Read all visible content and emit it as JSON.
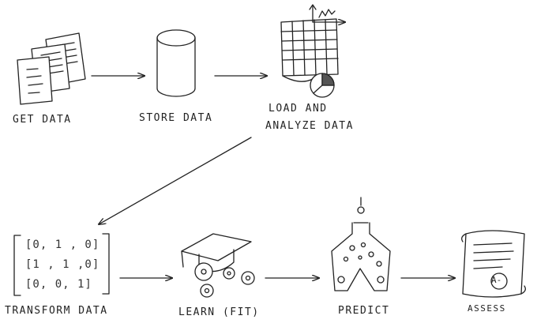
{
  "steps": {
    "get_data": {
      "label": "GET DATA"
    },
    "store_data": {
      "label": "STORE DATA"
    },
    "load_analyze": {
      "line1": "LOAD AND",
      "line2": "ANALYZE DATA"
    },
    "transform": {
      "label": "TRANSFORM DATA",
      "matrix": [
        "[0, 1 , 0]",
        "[1 , 1 ,0]",
        "[0, 0, 1]"
      ]
    },
    "learn": {
      "label": "LEARN (FIT)"
    },
    "predict": {
      "label": "PREDICT"
    },
    "assess": {
      "label": "ASSESS",
      "grade": "A-"
    }
  },
  "colors": {
    "ink": "#222222",
    "paper": "#ffffff"
  }
}
